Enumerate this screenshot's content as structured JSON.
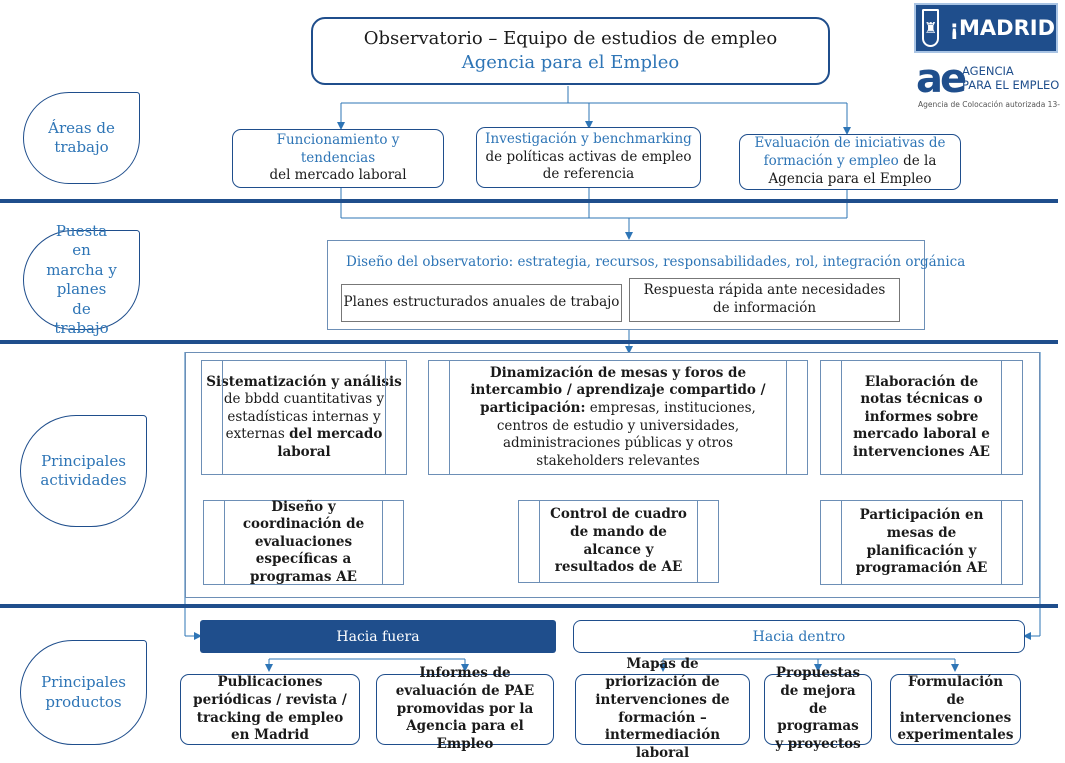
{
  "header": {
    "title": "Observatorio – Equipo de estudios de empleo",
    "subtitle": "Agencia para el Empleo"
  },
  "logos": {
    "madrid_text": "¡MADRID!",
    "ae_mark": "ae",
    "ae_line1": "AGENCIA",
    "ae_line2": "PARA EL EMPLEO",
    "ae_small": "Agencia de Colocación autorizada 13-"
  },
  "sections": {
    "areas": "Áreas de trabajo",
    "puesta": "Puesta en marcha y planes de trabajo",
    "actividades": "Principales actividades",
    "productos": "Principales productos"
  },
  "areas": {
    "a1_blue": "Funcionamiento y tendencias",
    "a1_bold": "del mercado laboral",
    "a2_blue": "Investigación y benchmarking",
    "a2_bold": "de políticas activas de empleo de referencia",
    "a3_blue": "Evaluación de iniciativas de formación y empleo",
    "a3_bold": "de la Agencia para el Empleo"
  },
  "puesta": {
    "design": "Diseño del observatorio: estrategia, recursos, responsabilidades, rol, integración orgánica",
    "planes": "Planes estructurados anuales de trabajo",
    "respuesta": "Respuesta rápida ante necesidades de información"
  },
  "activities": {
    "act1_b1": "Sistematización y análisis",
    "act1_n1": " de bbdd cuantitativas y estadísticas internas y externas ",
    "act1_b2": "del mercado laboral",
    "act2_b": "Dinamización de mesas y foros de intercambio / aprendizaje compartido / participación:",
    "act2_n": " empresas, instituciones, centros de estudio y universidades, administraciones públicas y otros stakeholders relevantes",
    "act3": "Elaboración de notas técnicas o informes sobre mercado laboral e intervenciones AE",
    "act4": "Diseño y coordinación de evaluaciones específicas a programas AE",
    "act5": "Control de cuadro de mando de alcance y resultados de AE",
    "act6": "Participación en mesas de planificación y programación AE"
  },
  "products": {
    "hacia_fuera": "Hacia fuera",
    "hacia_dentro": "Hacia dentro",
    "p1": "Publicaciones periódicas / revista / tracking de empleo en Madrid",
    "p2": "Informes de evaluación de PAE promovidas por la Agencia para el Empleo",
    "p3": "Mapas de priorización de intervenciones de formación – intermediación laboral",
    "p4": "Propuestas de mejora de programas y proyectos",
    "p5": "Formulación de intervenciones experimentales"
  },
  "colors": {
    "dark_blue": "#1f4e8c",
    "mid_blue": "#2e75b6",
    "frame_blue": "#6d8fb6"
  }
}
